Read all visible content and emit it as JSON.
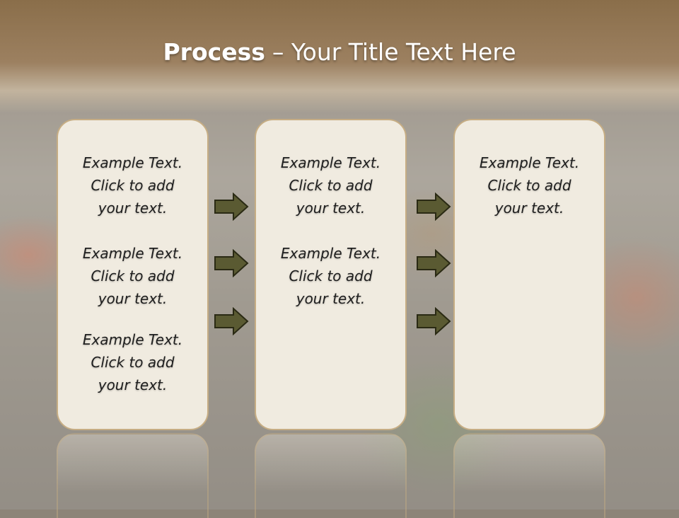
{
  "slide": {
    "title_bold": "Process",
    "title_rest": "– Your Title Text Here"
  },
  "columns": [
    {
      "items": [
        [
          "Example Text.",
          "Click  to add",
          "your text."
        ],
        [
          "Example Text.",
          "Click  to add",
          "your text."
        ],
        [
          "Example Text.",
          "Click  to add",
          "your text."
        ]
      ]
    },
    {
      "items": [
        [
          "Example Text.",
          "Click  to add",
          "your text."
        ],
        [
          "Example Text.",
          "Click  to add",
          "your text."
        ]
      ]
    },
    {
      "items": [
        [
          "Example Text.",
          "Click  to add",
          "your text."
        ]
      ]
    }
  ],
  "colors": {
    "arrow_fill": "#5a5a32",
    "panel_fill": "#f0ebe0",
    "panel_border": "#c6ad84",
    "header": "#8a6e4a"
  }
}
